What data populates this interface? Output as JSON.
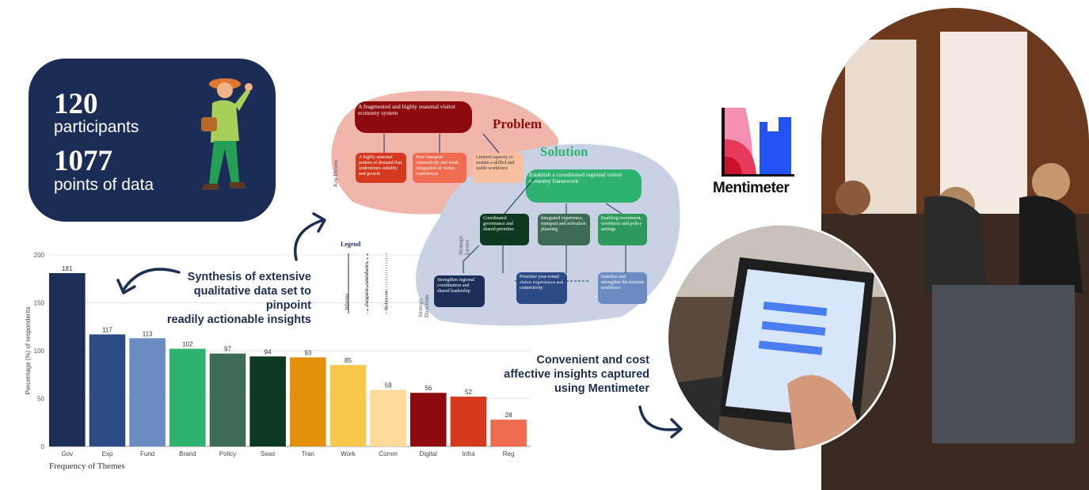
{
  "stats": {
    "participants_value": "120",
    "participants_label": "participants",
    "points_value": "1077",
    "points_label": "points of data"
  },
  "callouts": {
    "synthesis": [
      "Synthesis of extensive",
      "qualitative data set to pinpoint",
      "readily actionable insights"
    ],
    "convenient": [
      "Convenient and cost",
      "affective insights captured",
      "using Mentimeter"
    ]
  },
  "diagram": {
    "problem_title": "Problem",
    "solution_title": "Solution",
    "problem_statement": "A fragmented and highly seasonal visitor economy system",
    "key_drivers_label": "Key Drivers",
    "drivers": [
      "A highly seasonal pattern of demand that undermines stability and growth",
      "Poor transport connectivity and weak integration of visitor experiences",
      "Limited capacity to sustain a skilled and stable workforce"
    ],
    "solution_statement": "Establish a coordinated regional visitor economy framework",
    "strategic_levers_label": "Strategic Levers",
    "levers": [
      "Coordinated governance and shared priorities",
      "Integrated experience, transport and activation planning",
      "Enabling investment, workforce and policy settings"
    ],
    "strategic_directions_label": "Strategic Directions",
    "directions": [
      "Strengthen regional coordination and shared leadership",
      "Prioritise year-round visitor experiences and connectivity",
      "Stabilise and strengthen the tourism workforce"
    ],
    "legend_title": "Legend",
    "legend_items": [
      "Informs",
      "Supports, contributes",
      "Relies on"
    ]
  },
  "brand": {
    "name": "Mentimeter"
  },
  "chart_data": {
    "type": "bar",
    "categories": [
      "Gov",
      "Exp",
      "Fund",
      "Brand",
      "Policy",
      "Seas",
      "Tran",
      "Work",
      "Comm",
      "Digital",
      "Infra",
      "Reg"
    ],
    "values": [
      181,
      117,
      113,
      102,
      97,
      94,
      93,
      85,
      59,
      56,
      52,
      28
    ],
    "colors": [
      "#1c2d58",
      "#2c4a85",
      "#6b8cc2",
      "#2eb26f",
      "#3e6b55",
      "#0d3a1f",
      "#e3900d",
      "#f7c84c",
      "#fdd99a",
      "#8d0b0e",
      "#d5391d",
      "#f06c50"
    ],
    "xlabel": "Frequency of Themes",
    "ylabel": "Percentage (%) of respondents",
    "ylim": [
      0,
      200
    ],
    "yticks": [
      0,
      50,
      100,
      150,
      200
    ],
    "grid": true
  }
}
